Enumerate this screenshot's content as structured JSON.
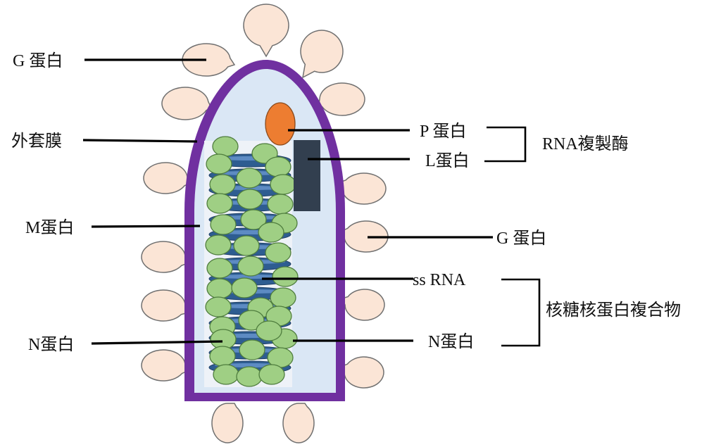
{
  "diagram": {
    "title": "Rhabdovirus structure",
    "colors": {
      "envelope": "#7030a0",
      "interior": "#dae7f5",
      "g_protein": "#fbe5d6",
      "n_protein": "#9fcf84",
      "p_protein": "#ed7d31",
      "l_protein": "#323f4f",
      "rna_coil": "#2e5d91"
    },
    "labels": {
      "g_protein_left": "G 蛋白",
      "envelope": "外套膜",
      "m_protein": "M蛋白",
      "n_protein_left": "N蛋白",
      "p_protein": "P 蛋白",
      "l_protein": "L蛋白",
      "rna_polymerase": "RNA複製酶",
      "g_protein_right": "G 蛋白",
      "ss_rna": "ss RNA",
      "n_protein_right": "N蛋白",
      "ribonucleoprotein_complex": "核糖核蛋白複合物"
    }
  }
}
